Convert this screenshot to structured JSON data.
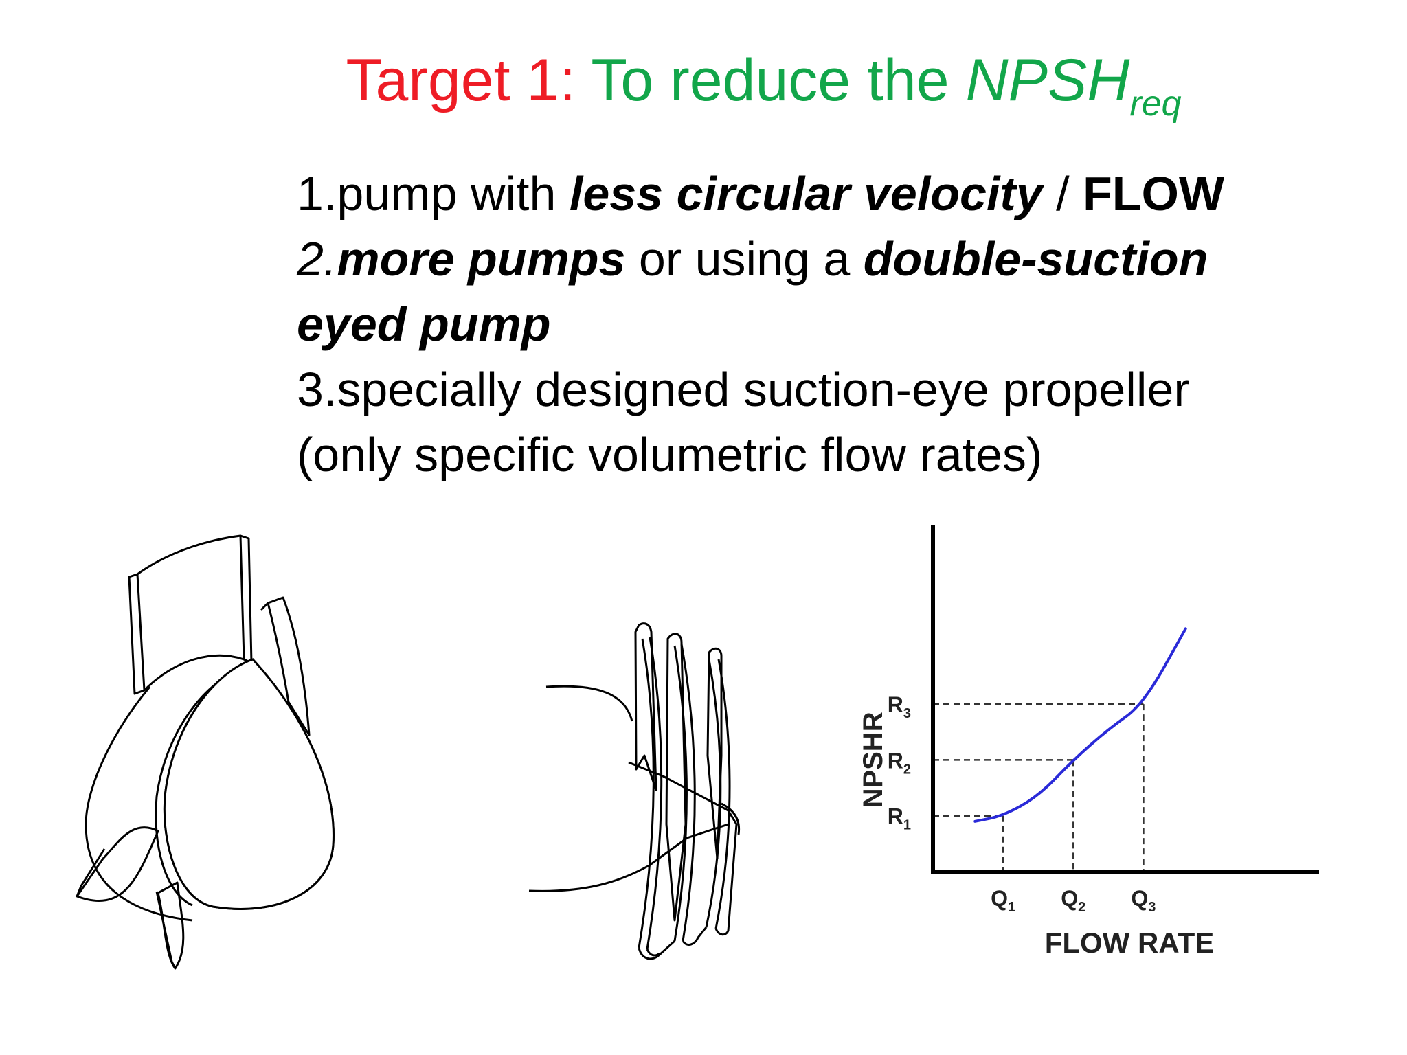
{
  "title": {
    "prefix": "Target 1:",
    "main": "To reduce the ",
    "symbol": "NPSH",
    "subscript": "req"
  },
  "bullets": {
    "b1": {
      "num": "1.",
      "text1": "pump with ",
      "em": "less circular velocity",
      "sep": " / ",
      "strong": "FLOW"
    },
    "b2": {
      "num": "2.",
      "em1": "more pumps",
      "text1": " or using a ",
      "em2": "double-suction"
    },
    "b2_cont": {
      "em": "eyed pump"
    },
    "b3": {
      "line1": "3.specially designed suction-eye propeller",
      "line2": "(only specific volumetric flow rates)"
    }
  },
  "chart_data": {
    "type": "line",
    "xlabel": "FLOW RATE",
    "ylabel": "NPSHR",
    "x_ticks": [
      {
        "label": "Q",
        "sub": "1",
        "x": 1
      },
      {
        "label": "Q",
        "sub": "2",
        "x": 2
      },
      {
        "label": "Q",
        "sub": "3",
        "x": 3
      }
    ],
    "y_ticks": [
      {
        "label": "R",
        "sub": "1",
        "y": 1
      },
      {
        "label": "R",
        "sub": "2",
        "y": 2
      },
      {
        "label": "R",
        "sub": "3",
        "y": 3
      }
    ],
    "xlim": [
      -0.7,
      5.6
    ],
    "ylim": [
      -2.2,
      6.2
    ],
    "series": [
      {
        "x": [
          0.6,
          1.0,
          1.5,
          2.0,
          2.5,
          3.0,
          3.6
        ],
        "y": [
          0.9,
          1.0,
          1.35,
          2.0,
          2.55,
          3.0,
          4.35
        ]
      }
    ],
    "guides": [
      {
        "x": 1,
        "y": 1
      },
      {
        "x": 2,
        "y": 2
      },
      {
        "x": 3,
        "y": 3
      }
    ],
    "colors": {
      "curve": "#2a2ad8",
      "axis": "#000000",
      "guide": "#333333"
    }
  }
}
